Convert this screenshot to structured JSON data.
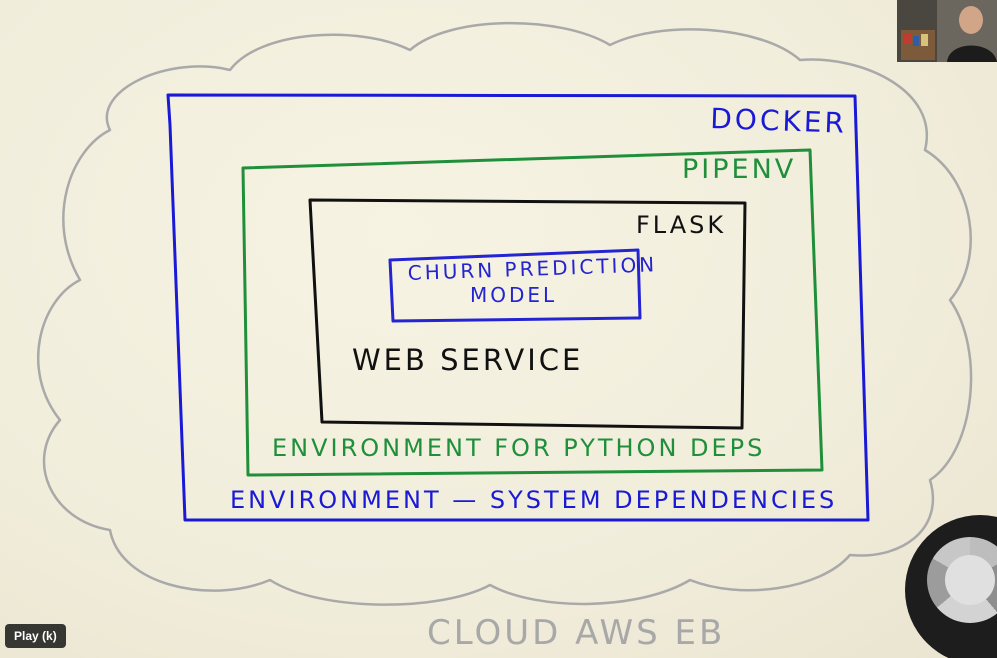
{
  "labels": {
    "docker": "DOCKER",
    "pipenv": "PIPENV",
    "flask": "FLASK",
    "model_line1": "CHURN PREDICTION",
    "model_line2": "MODEL",
    "web_service": "WEB SERVICE",
    "env_python": "ENVIRONMENT FOR PYTHON DEPS",
    "env_system": "ENVIRONMENT — SYSTEM DEPENDENCIES",
    "cloud": "CLOUD AWS EB"
  },
  "player": {
    "play_tooltip": "Play (k)"
  },
  "colors": {
    "docker": "#1a1ad6",
    "pipenv": "#1f8f3a",
    "flask": "#111111",
    "model": "#2424d2",
    "cloud": "#a8a8a8",
    "board": "#f3efdd"
  }
}
